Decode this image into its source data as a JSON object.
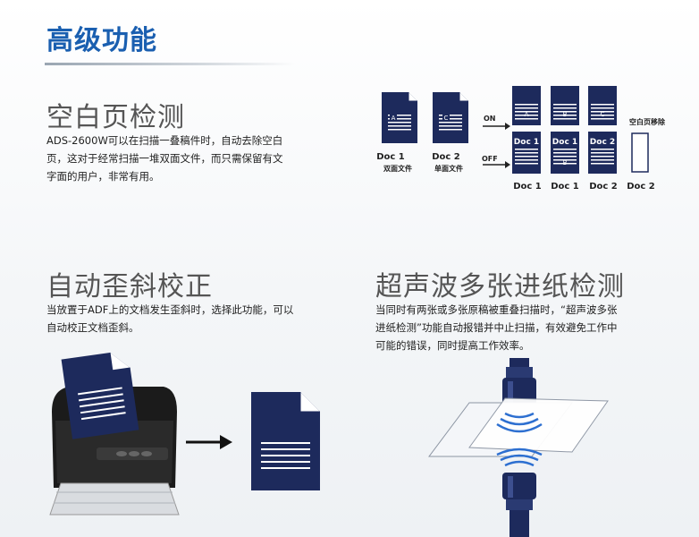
{
  "header": {
    "title": "高级功能"
  },
  "blank_page": {
    "title": "空白页检测",
    "desc_lines": [
      "ADS-2600W可以在扫描一叠稿件时，自动去除空白",
      "页，这对于经常扫描一堆双面文件，而只需保留有文",
      "字面的用户，非常有用。"
    ],
    "doc1_label": "Doc 1",
    "doc1_sub": "双面文件",
    "doc2_label": "Doc 2",
    "doc2_sub": "单面文件",
    "on_label": "ON",
    "off_label": "OFF",
    "remove_label": "空白页移除",
    "on_pages": [
      "A",
      "B",
      "C"
    ],
    "off_pages": [
      {
        "top": "Doc 1",
        "mid": ""
      },
      {
        "top": "Doc 1",
        "mid": "B"
      },
      {
        "top": "Doc 2",
        "mid": "C"
      }
    ],
    "output_labels": [
      "Doc 1",
      "Doc 1",
      "Doc 2",
      "Doc 2"
    ],
    "page_letters": {
      "doc1": "A",
      "doc1b": "B",
      "doc2": "C"
    }
  },
  "deskew": {
    "title": "自动歪斜校正",
    "desc_lines": [
      "当放置于ADF上的文档发生歪斜时，选择此功能，可以",
      "自动校正文档歪斜。"
    ]
  },
  "ultrasonic": {
    "title": "超声波多张进纸检测",
    "desc_lines": [
      "当同时有两张或多张原稿被重叠扫描时，“超声波多张",
      "进纸检测”功能自动报错并中止扫描，有效避免工作中",
      "可能的错误，同时提高工作效率。"
    ]
  },
  "colors": {
    "accent": "#1a5fb0",
    "doc_navy": "#1d2a5c"
  }
}
